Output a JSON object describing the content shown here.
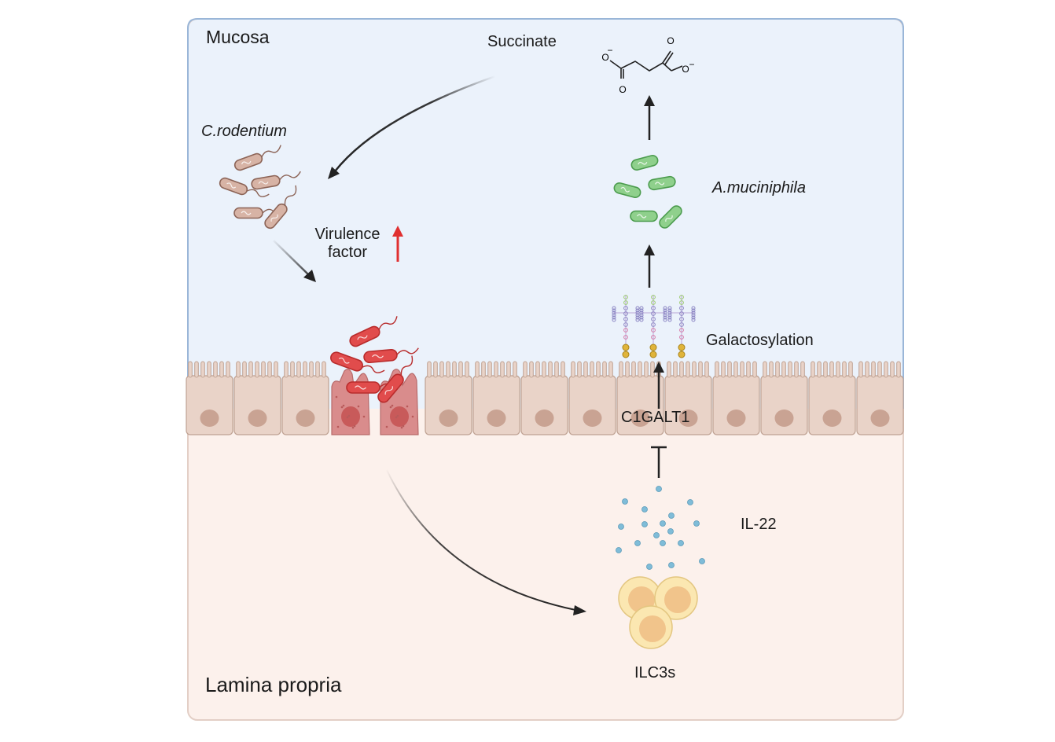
{
  "regions": {
    "mucosa": "Mucosa",
    "lamina_propria": "Lamina propria"
  },
  "labels": {
    "succinate": "Succinate",
    "c_rodentium": "C.rodentium",
    "virulence_factor_line1": "Virulence",
    "virulence_factor_line2": "factor",
    "a_muciniphila": "A.muciniphila",
    "galactosylation": "Galactosylation",
    "c1galt1": "C1GALT1",
    "il22": "IL-22",
    "ilc3s": "ILC3s"
  },
  "molecule": {
    "oxygen": "O",
    "charge": "−"
  },
  "colors": {
    "mucosa_bg": "#ebf2fb",
    "mucosa_border": "#9ab6d8",
    "lamina_bg": "#fcf1ec",
    "lamina_border": "#e3cfc6",
    "cell_fill": "#e9d3c8",
    "cell_stroke": "#bfa293",
    "nucleus": "#c9a393",
    "infected_cell": "#d98c8c",
    "c_rodentium_fill": "#d7b3a5",
    "c_rodentium_stroke": "#8c6457",
    "red_bacteria": "#e14c4c",
    "green_bacteria": "#8fd08c",
    "green_stroke": "#4c9c4e",
    "il22_dot": "#7fbcd8",
    "ilc3_outer": "#fbe7b1",
    "ilc3_inner": "#f1c48b",
    "arrow": "#222222",
    "up_arrow": "#e03030"
  }
}
